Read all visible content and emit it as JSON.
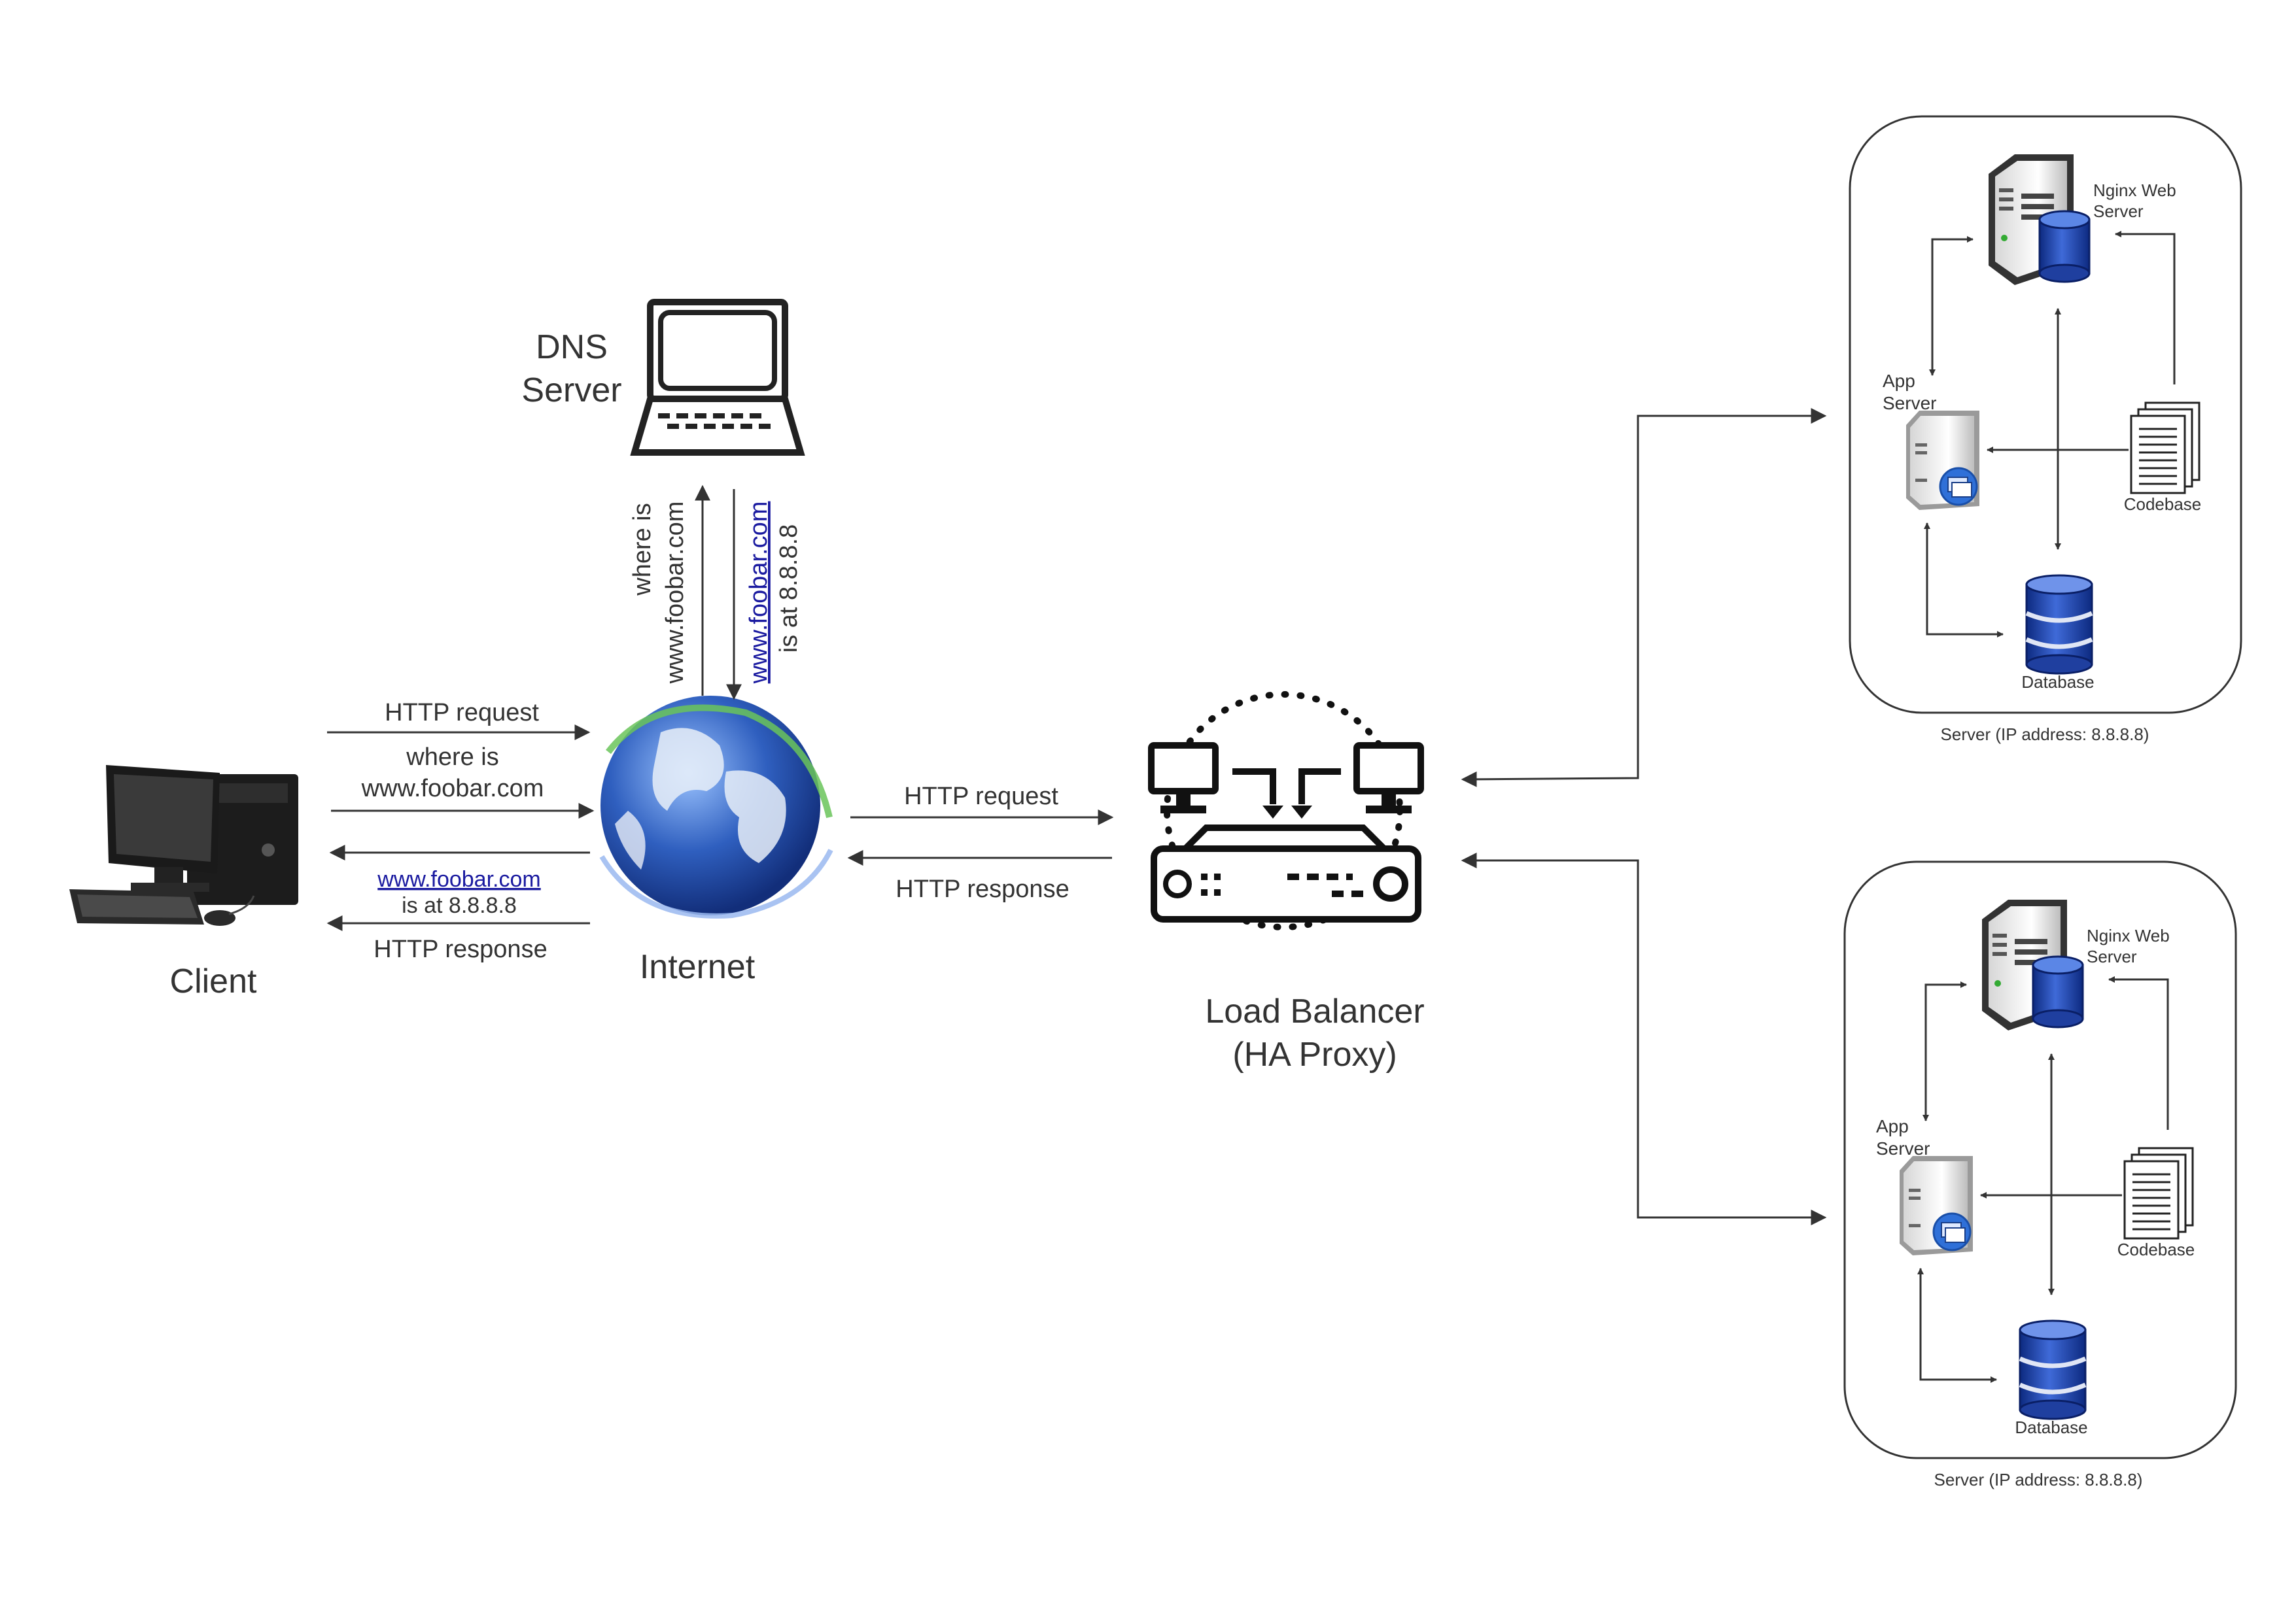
{
  "client": {
    "label": "Client"
  },
  "dns": {
    "line1": "DNS",
    "line2": "Server"
  },
  "internet": {
    "label": "Internet"
  },
  "load_balancer": {
    "line1": "Load Balancer",
    "line2": "(HA Proxy)"
  },
  "client_internet": {
    "request": "HTTP request",
    "query_line1": "where is",
    "query_line2": "www.foobar.com",
    "answer_link": "www.foobar.com",
    "answer_rest": "is at 8.8.8.8",
    "response": "HTTP response"
  },
  "dns_link": {
    "query_line1": "where is",
    "query_line2": "www.foobar.com",
    "answer_link": "www.foobar.com",
    "answer_rest": "is at 8.8.8.8"
  },
  "internet_lb": {
    "request": "HTTP request",
    "response": "HTTP response"
  },
  "servers": [
    {
      "nginx_line1": "Nginx Web",
      "nginx_line2": "Server",
      "app_line1": "App",
      "app_line2": "Server",
      "codebase": "Codebase",
      "database": "Database",
      "caption": "Server (IP address: 8.8.8.8)"
    },
    {
      "nginx_line1": "Nginx Web",
      "nginx_line2": "Server",
      "app_line1": "App",
      "app_line2": "Server",
      "codebase": "Codebase",
      "database": "Database",
      "caption": "Server (IP address: 8.8.8.8)"
    }
  ],
  "colors": {
    "line": "#333333",
    "link": "#1a1aa0",
    "globe": "#2f5fbf",
    "database": "#1f3f9f"
  }
}
